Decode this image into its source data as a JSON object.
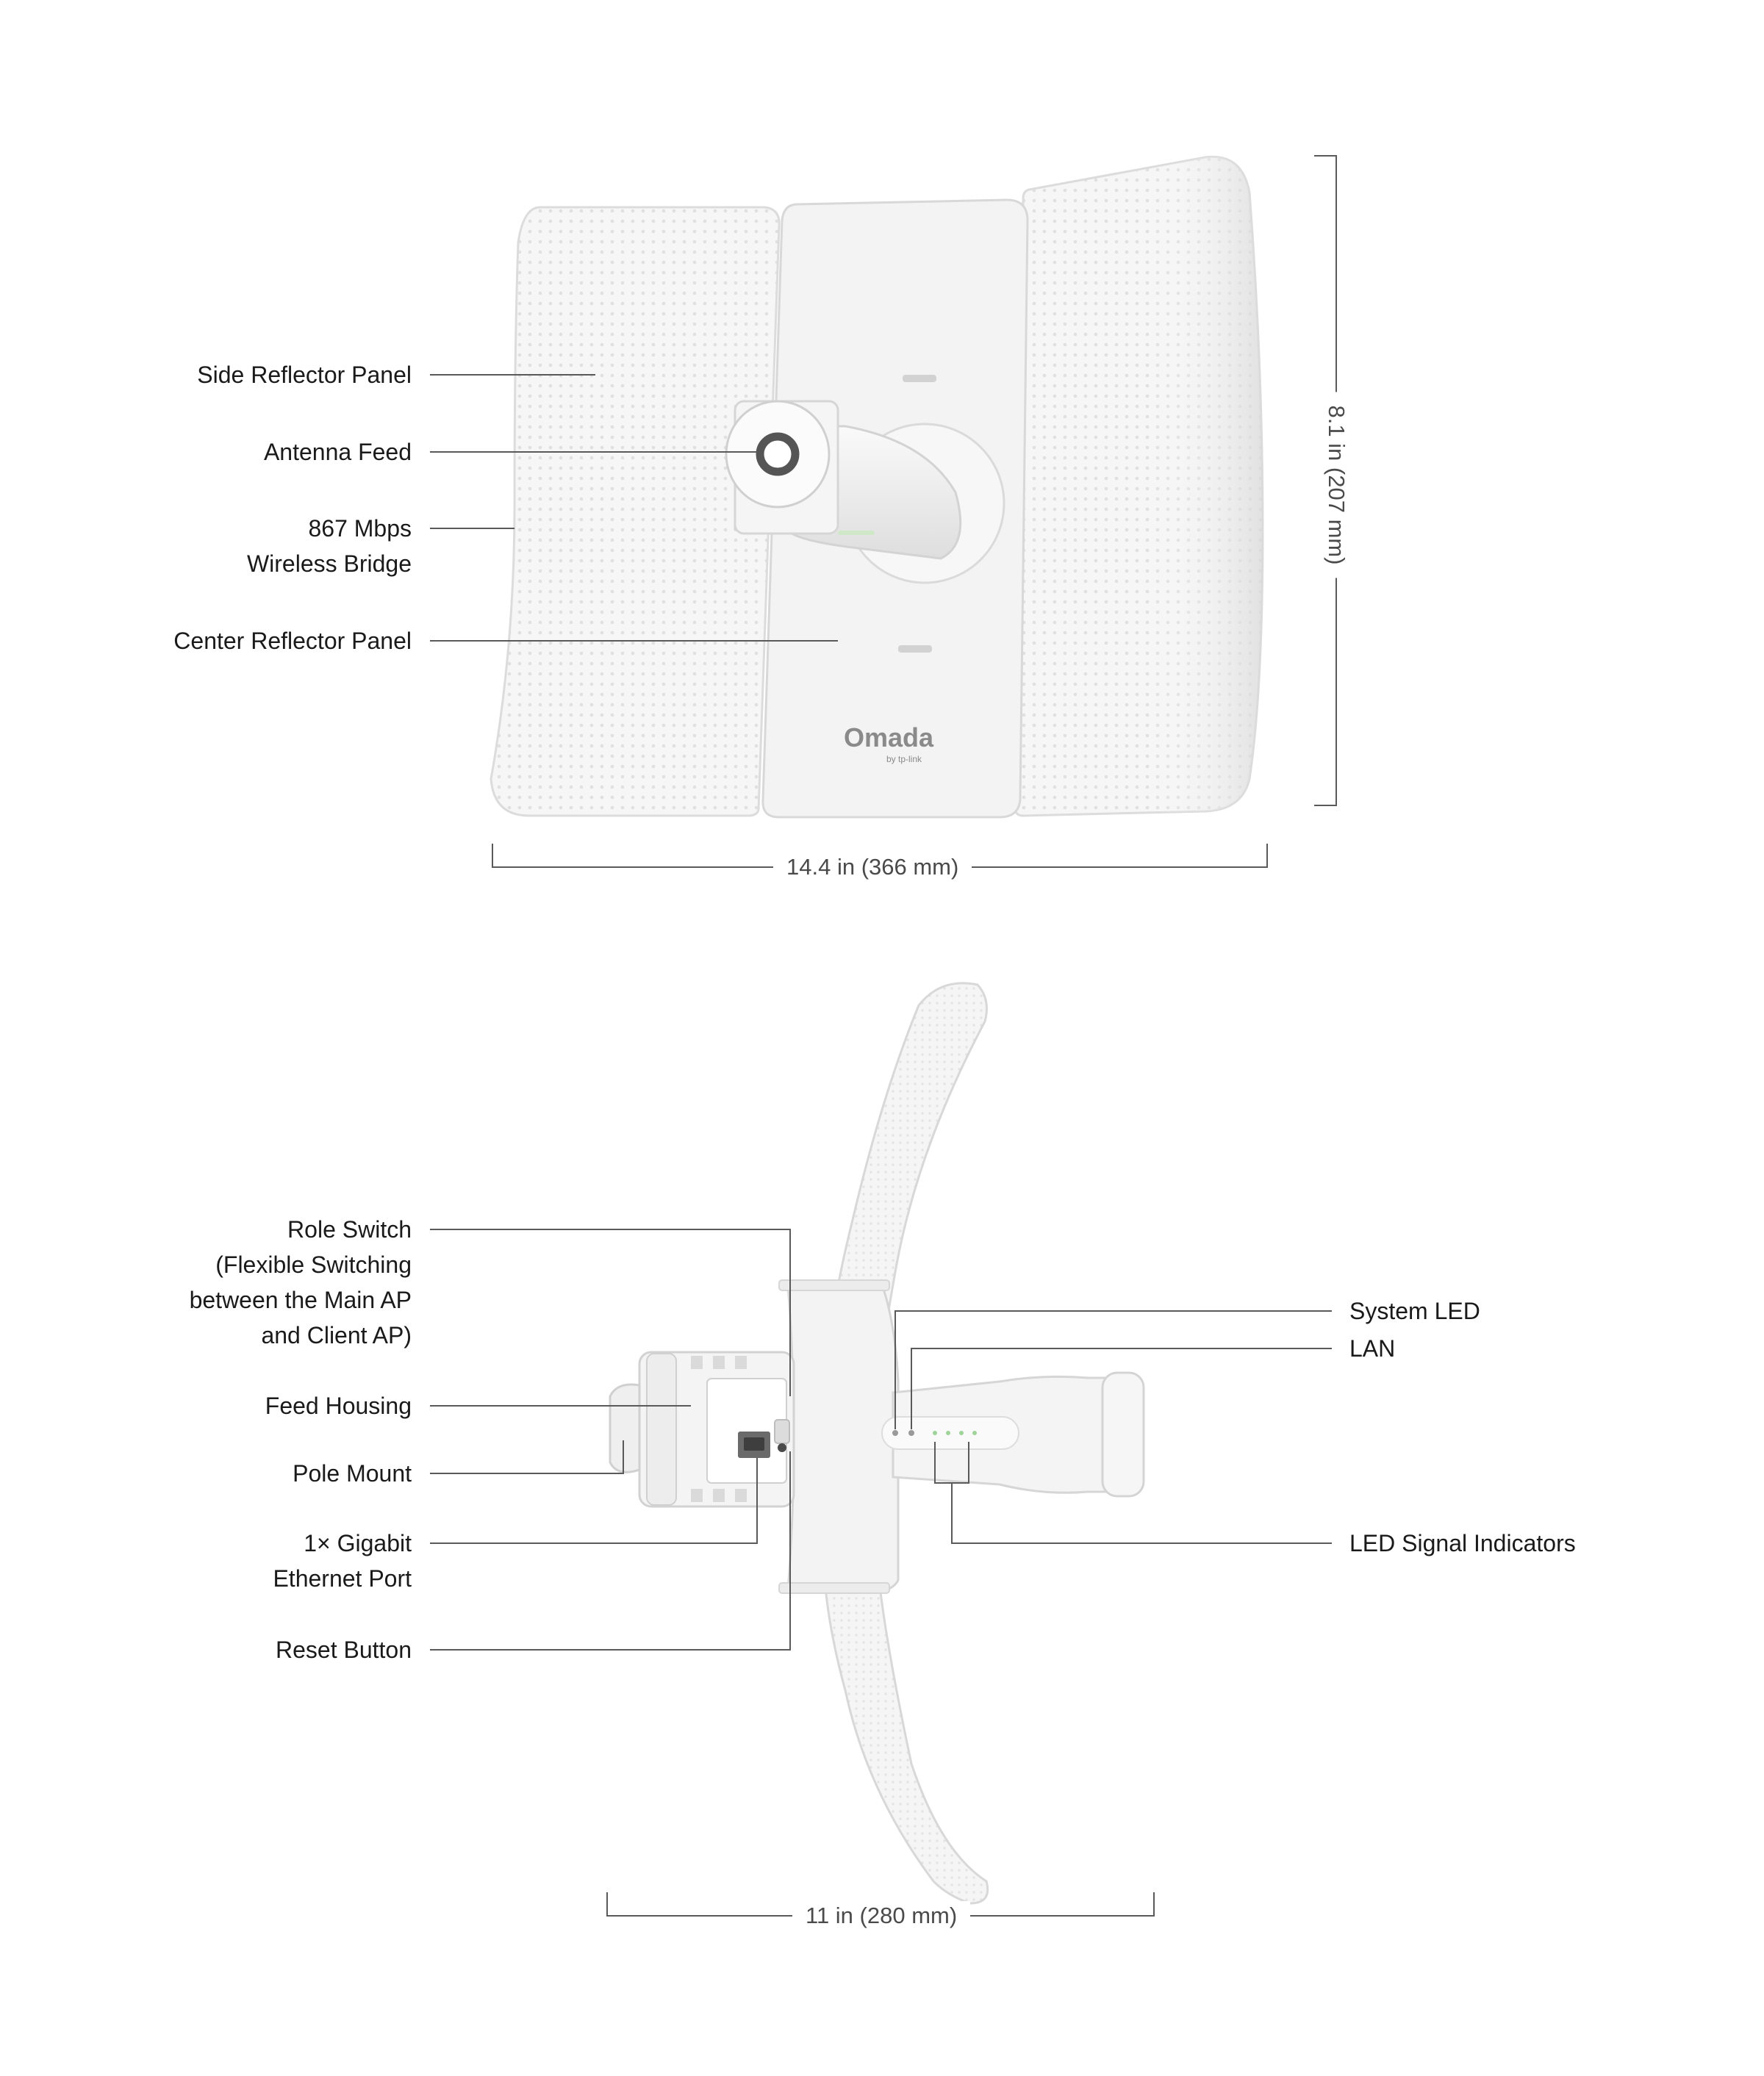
{
  "top_view": {
    "labels": {
      "side_reflector": "Side Reflector Panel",
      "antenna_feed": "Antenna Feed",
      "bridge_line1": "867 Mbps",
      "bridge_line2": "Wireless Bridge",
      "center_reflector": "Center Reflector Panel"
    },
    "brand": {
      "name": "Omada",
      "sub": "by tp-link"
    },
    "width_dim": "14.4 in (366 mm)",
    "height_dim": "8.1 in (207 mm)"
  },
  "side_view": {
    "left_labels": {
      "role_switch_l1": "Role Switch",
      "role_switch_l2": "(Flexible Switching",
      "role_switch_l3": "between the Main AP",
      "role_switch_l4": "and Client AP)",
      "feed_housing": "Feed Housing",
      "pole_mount": "Pole Mount",
      "gigabit_l1": "1× Gigabit",
      "gigabit_l2": "Ethernet Port",
      "reset_button": "Reset Button"
    },
    "right_labels": {
      "system_led": "System LED",
      "lan": "LAN",
      "led_signal": "LED Signal Indicators"
    },
    "width_dim": "11 in (280 mm)"
  },
  "colors": {
    "line": "#5a5a5a",
    "device": "#f4f4f4",
    "device_edge": "#dcdcdc",
    "feed_ring": "#555555"
  }
}
